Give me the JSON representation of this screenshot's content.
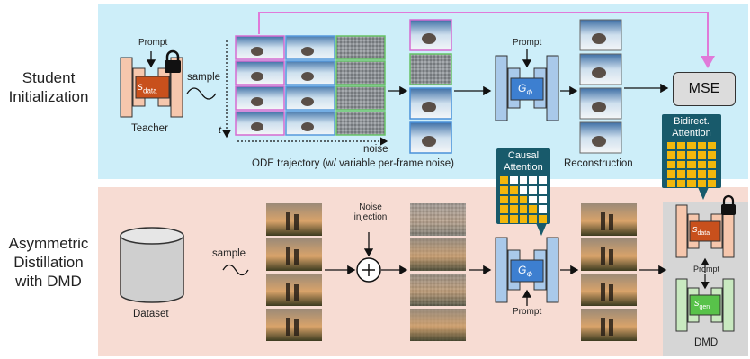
{
  "labels": {
    "student_init": "Student\nInitialization",
    "asym_distill": "Asymmetric\nDistillation\nwith DMD",
    "prompt": "Prompt",
    "teacher": "Teacher",
    "sample": "sample",
    "t_axis": "t",
    "noise": "noise",
    "ode_trajectory": "ODE trajectory (w/ variable per-frame noise)",
    "reconstruction": "Reconstruction",
    "mse": "MSE",
    "causal_attention": "Causal\nAttention",
    "bidirect_attention": "Bidirect.\nAttention",
    "noise_injection": "Noise\ninjection",
    "dataset": "Dataset",
    "dmd": "DMD",
    "s_data": "s",
    "s_data_sub": "data",
    "s_gen": "s",
    "s_gen_sub": "gen",
    "g_phi": "G",
    "g_phi_sub": "Φ"
  },
  "colors": {
    "top_panel": "#cdeef9",
    "bottom_panel": "#f7dcd3",
    "teacher_orange": "#f6c7ad",
    "teacher_core": "#c8501c",
    "generator_blue": "#a9c9ea",
    "generator_core": "#3d7fd0",
    "dmd_green": "#c9e9c0",
    "dmd_core": "#58c24a",
    "attention_yellow": "#f2b70c",
    "callout_teal": "#185a6b",
    "link_pink": "#e07ad9"
  },
  "icons": [
    "lock-icon",
    "wave-icon",
    "plus-circle-icon",
    "dataset-cylinder-icon"
  ]
}
